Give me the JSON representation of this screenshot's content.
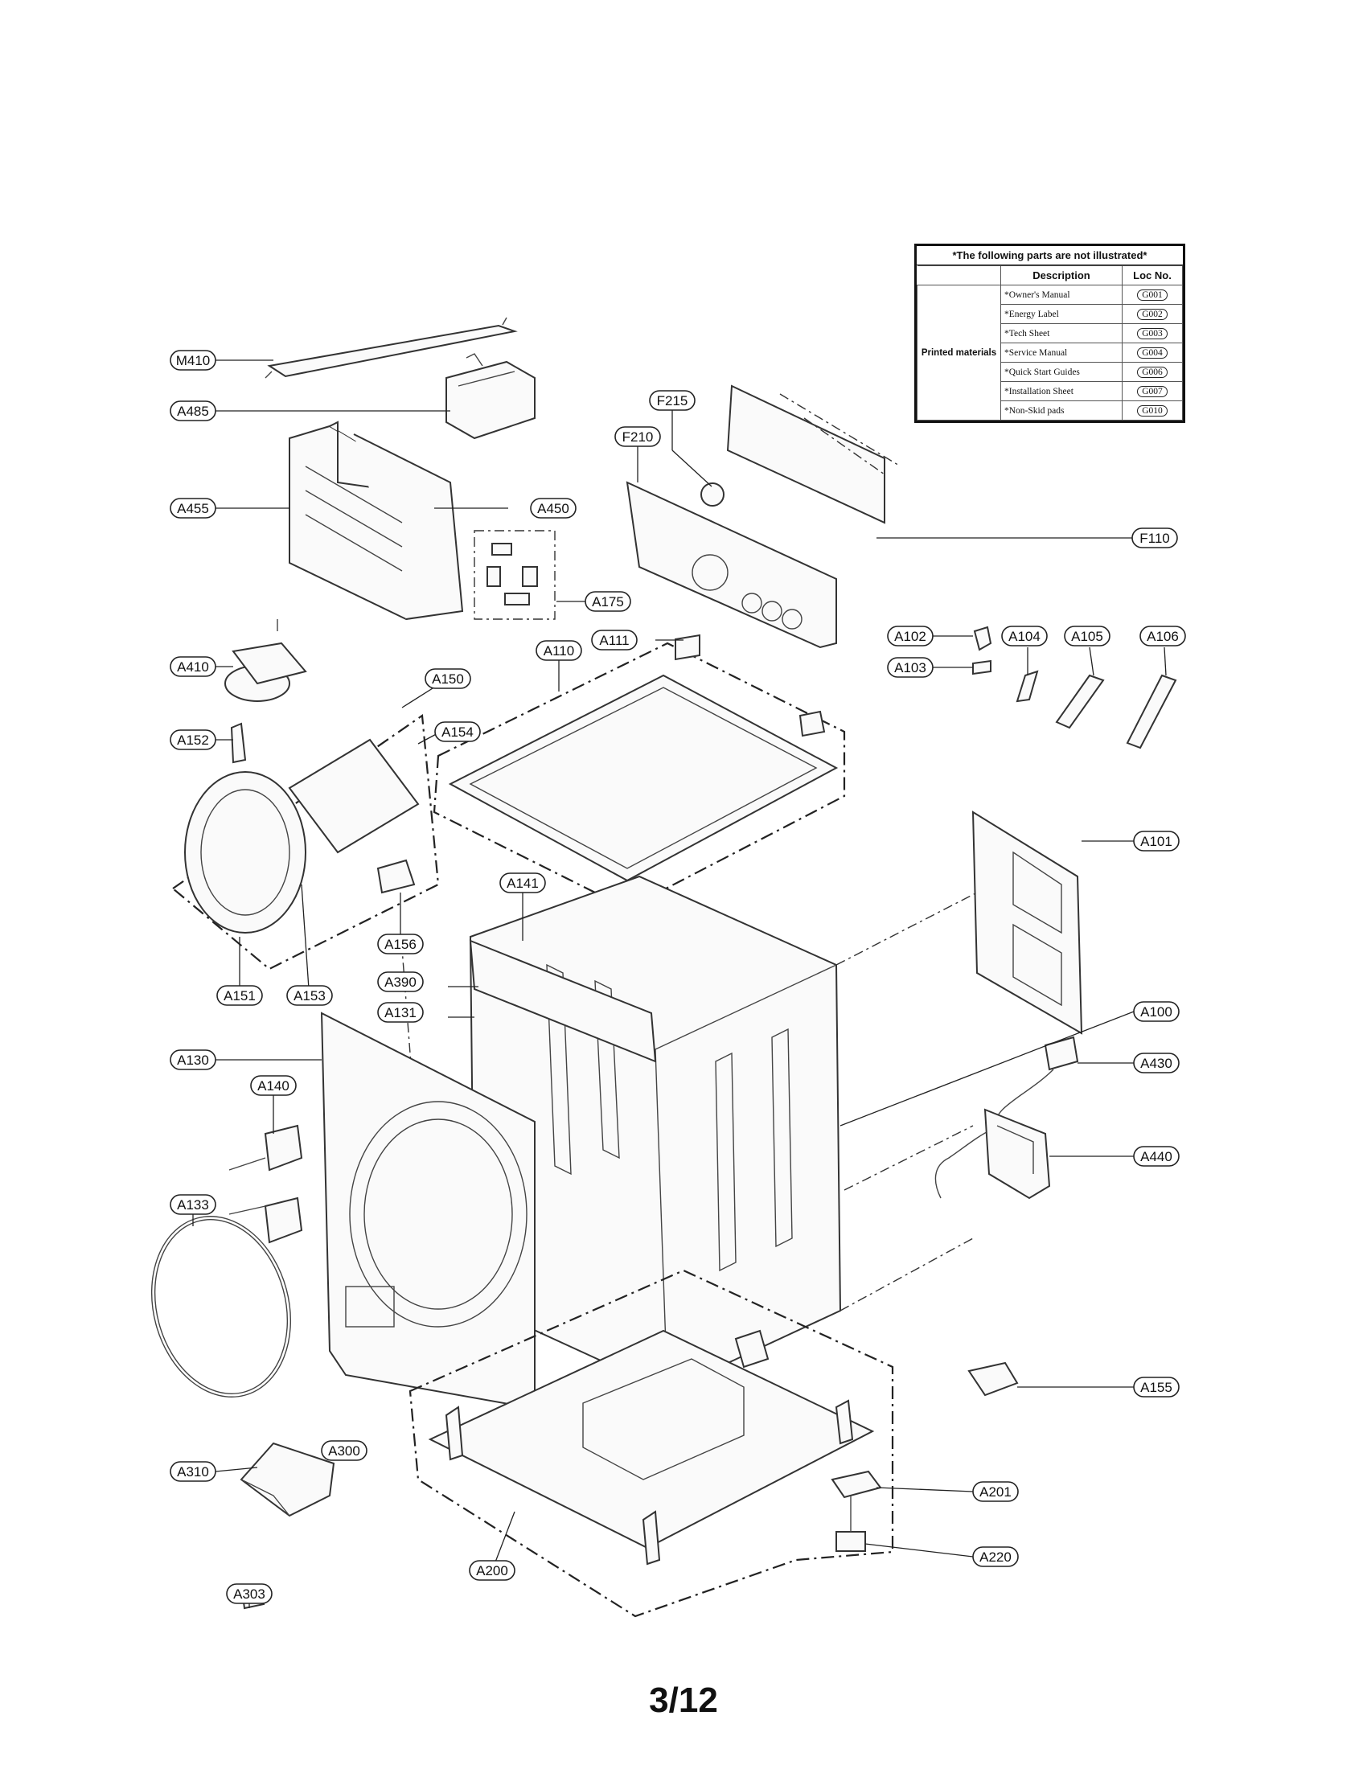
{
  "parts_table": {
    "title": "*The following parts are not illustrated*",
    "headers": {
      "description": "Description",
      "loc_no": "Loc No."
    },
    "category": "Printed materials",
    "rows": [
      {
        "description": "*Owner's Manual",
        "loc": "G001"
      },
      {
        "description": "*Energy Label",
        "loc": "G002"
      },
      {
        "description": "*Tech Sheet",
        "loc": "G003"
      },
      {
        "description": "*Service Manual",
        "loc": "G004"
      },
      {
        "description": "*Quick Start Guides",
        "loc": "G006"
      },
      {
        "description": "*Installation Sheet",
        "loc": "G007"
      },
      {
        "description": "*Non-Skid pads",
        "loc": "G010"
      }
    ]
  },
  "labels": {
    "M410": "M410",
    "A485": "A485",
    "A455": "A455",
    "A450": "A450",
    "A175": "A175",
    "F215": "F215",
    "F210": "F210",
    "F110": "F110",
    "A102": "A102",
    "A103": "A103",
    "A104": "A104",
    "A105": "A105",
    "A106": "A106",
    "A410": "A410",
    "A150": "A150",
    "A111": "A111",
    "A110": "A110",
    "A152": "A152",
    "A154": "A154",
    "A101": "A101",
    "A141": "A141",
    "A156": "A156",
    "A390": "A390",
    "A131": "A131",
    "A151": "A151",
    "A153": "A153",
    "A100": "A100",
    "A130": "A130",
    "A430": "A430",
    "A140": "A140",
    "A133": "A133",
    "A440": "A440",
    "A155": "A155",
    "A300": "A300",
    "A310": "A310",
    "A201": "A201",
    "A220": "A220",
    "A303": "A303",
    "A200": "A200"
  },
  "page_number": "3/12"
}
